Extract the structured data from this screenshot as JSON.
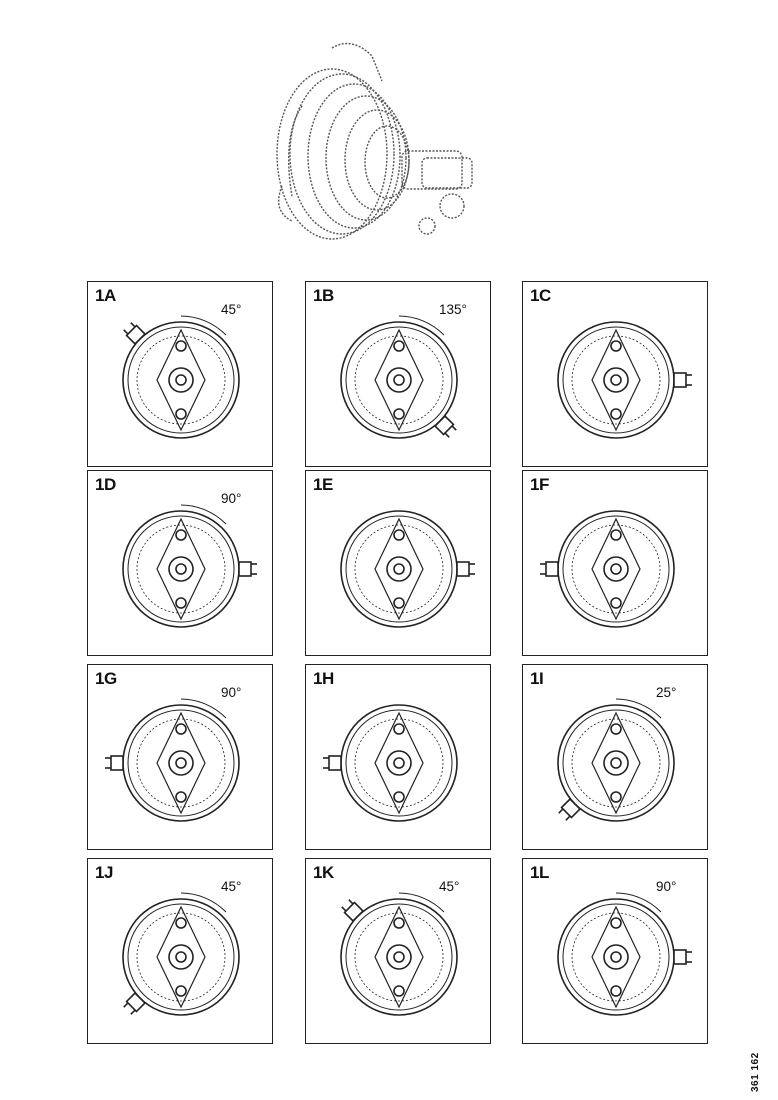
{
  "reference_code": "361 162",
  "panels": [
    {
      "id": "1A",
      "angle": "45°",
      "clamp": "upper-left"
    },
    {
      "id": "1B",
      "angle": "135°",
      "clamp": "lower-right"
    },
    {
      "id": "1C",
      "angle": "",
      "clamp": "right"
    },
    {
      "id": "1D",
      "angle": "90°",
      "clamp": "right"
    },
    {
      "id": "1E",
      "angle": "",
      "clamp": "right"
    },
    {
      "id": "1F",
      "angle": "",
      "clamp": "left"
    },
    {
      "id": "1G",
      "angle": "90°",
      "clamp": "left"
    },
    {
      "id": "1H",
      "angle": "",
      "clamp": "left"
    },
    {
      "id": "1I",
      "angle": "25°",
      "clamp": "lower-left"
    },
    {
      "id": "1J",
      "angle": "45°",
      "clamp": "lower-left"
    },
    {
      "id": "1K",
      "angle": "45°",
      "clamp": "upper-left"
    },
    {
      "id": "1L",
      "angle": "90°",
      "clamp": "right"
    }
  ]
}
